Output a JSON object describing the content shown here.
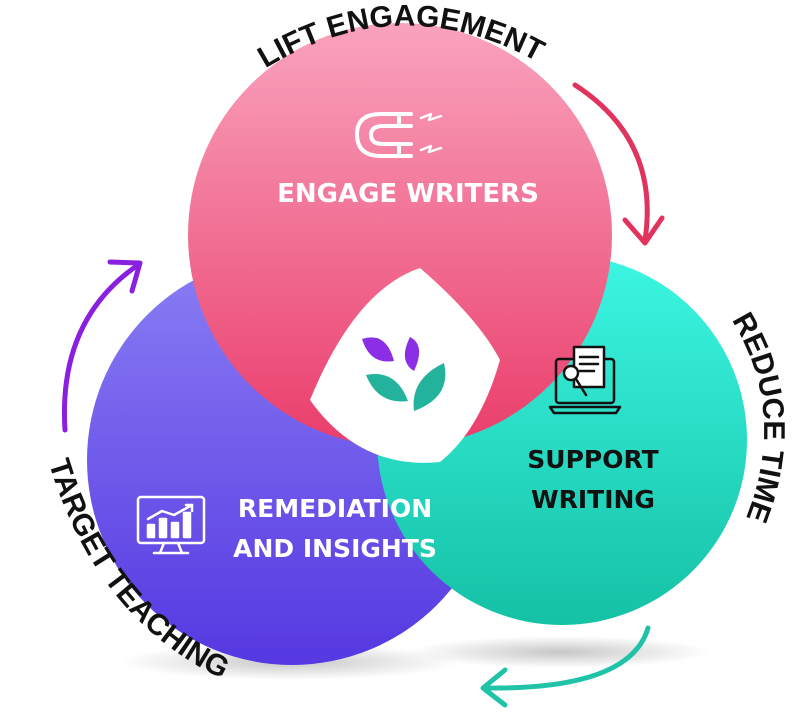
{
  "outer_labels": {
    "top": "LIFT ENGAGEMENT",
    "right": "REDUCE TIME",
    "left": "TARGET TEACHING"
  },
  "circles": {
    "engage": {
      "label": "ENGAGE WRITERS",
      "icon": "magnet-icon"
    },
    "support": {
      "label_line1": "SUPPORT",
      "label_line2": "WRITING",
      "icon": "laptop-document-icon"
    },
    "remediation": {
      "label_line1": "REMEDIATION",
      "label_line2": "AND INSIGHTS",
      "icon": "monitor-chart-icon"
    }
  },
  "center": {
    "icon": "leaf-logo-icon"
  },
  "colors": {
    "pink_top": "#f9a3bd",
    "pink_bottom": "#ea3d6b",
    "teal_top": "#3cf6e3",
    "teal_bottom": "#15c1a5",
    "purple_top": "#8a7ef4",
    "purple_bottom": "#5538e1",
    "arrow_pink": "#e0335e",
    "arrow_purple": "#8a1fe0",
    "arrow_teal": "#20c3a8",
    "logo_purple": "#8b2fe6",
    "logo_teal": "#23b39c"
  }
}
